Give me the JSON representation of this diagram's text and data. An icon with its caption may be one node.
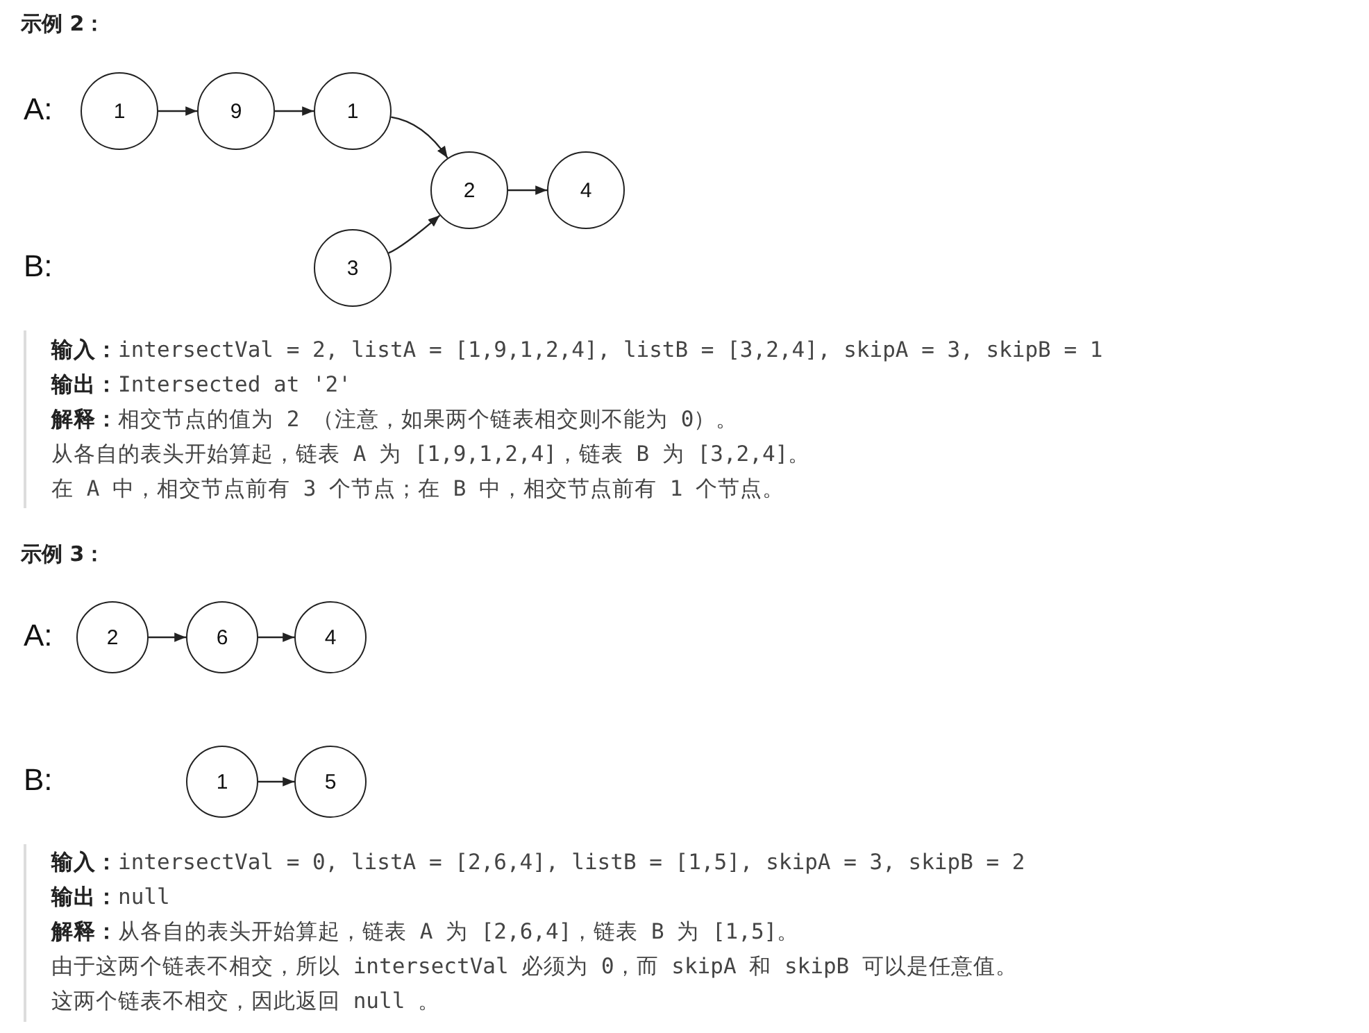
{
  "diagram": {
    "nodes": [
      {
        "text": [
          "1"
        ]
      },
      {
        "text": [
          "9"
        ]
      },
      {
        "text": [
          "1"
        ]
      },
      {
        "text": [
          "2"
        ]
      },
      {
        "text": [
          "4"
        ]
      },
      {
        "text": [
          "3"
        ]
      },
      {
        "text": [
          "2"
        ]
      },
      {
        "text": [
          "6"
        ]
      },
      {
        "text": [
          "4"
        ]
      },
      {
        "text": [
          "1"
        ]
      },
      {
        "text": [
          "5"
        ]
      }
    ],
    "edges": [
      {
        "from": 0,
        "to": 1,
        "arrow": "to"
      },
      {
        "from": 1,
        "to": 2,
        "arrow": "to"
      },
      {
        "from": 2,
        "to": 3,
        "arrow": "to"
      },
      {
        "from": 5,
        "to": 3,
        "arrow": "to"
      },
      {
        "from": 3,
        "to": 4,
        "arrow": "to"
      },
      {
        "from": 6,
        "to": 7,
        "arrow": "to"
      },
      {
        "from": 7,
        "to": 8,
        "arrow": "to"
      },
      {
        "from": 9,
        "to": 10,
        "arrow": "to"
      }
    ],
    "labels": [
      "示例 2：",
      "A:",
      "B:",
      "**输入：**intersectVal = 2, listA = [1,9,1,2,4], listB = [3,2,4], skipA = 3, skipB = 1",
      "**输出：**Intersected at '2'",
      "**解释：**相交节点的值为 2 （注意，如果两个链表相交则不能为 0）。",
      "从各自的表头开始算起，链表 A 为 [1,9,1,2,4]，链表 B 为 [3,2,4]。",
      "在 A 中，相交节点前有 3 个节点；在 B 中，相交节点前有 1 个节点。",
      "示例 3：",
      "A:",
      "B:",
      "**输入：**intersectVal = 0, listA = [2,6,4], listB = [1,5], skipA = 3, skipB = 2",
      "**输出：**null",
      "**解释：**从各自的表头开始算起，链表 A 为 [2,6,4]，链表 B 为 [1,5]。",
      "由于这两个链表不相交，所以 intersectVal 必须为 0，而 skipA 和 skipB 可以是任意值。",
      "这两个链表不相交，因此返回 null 。"
    ]
  }
}
